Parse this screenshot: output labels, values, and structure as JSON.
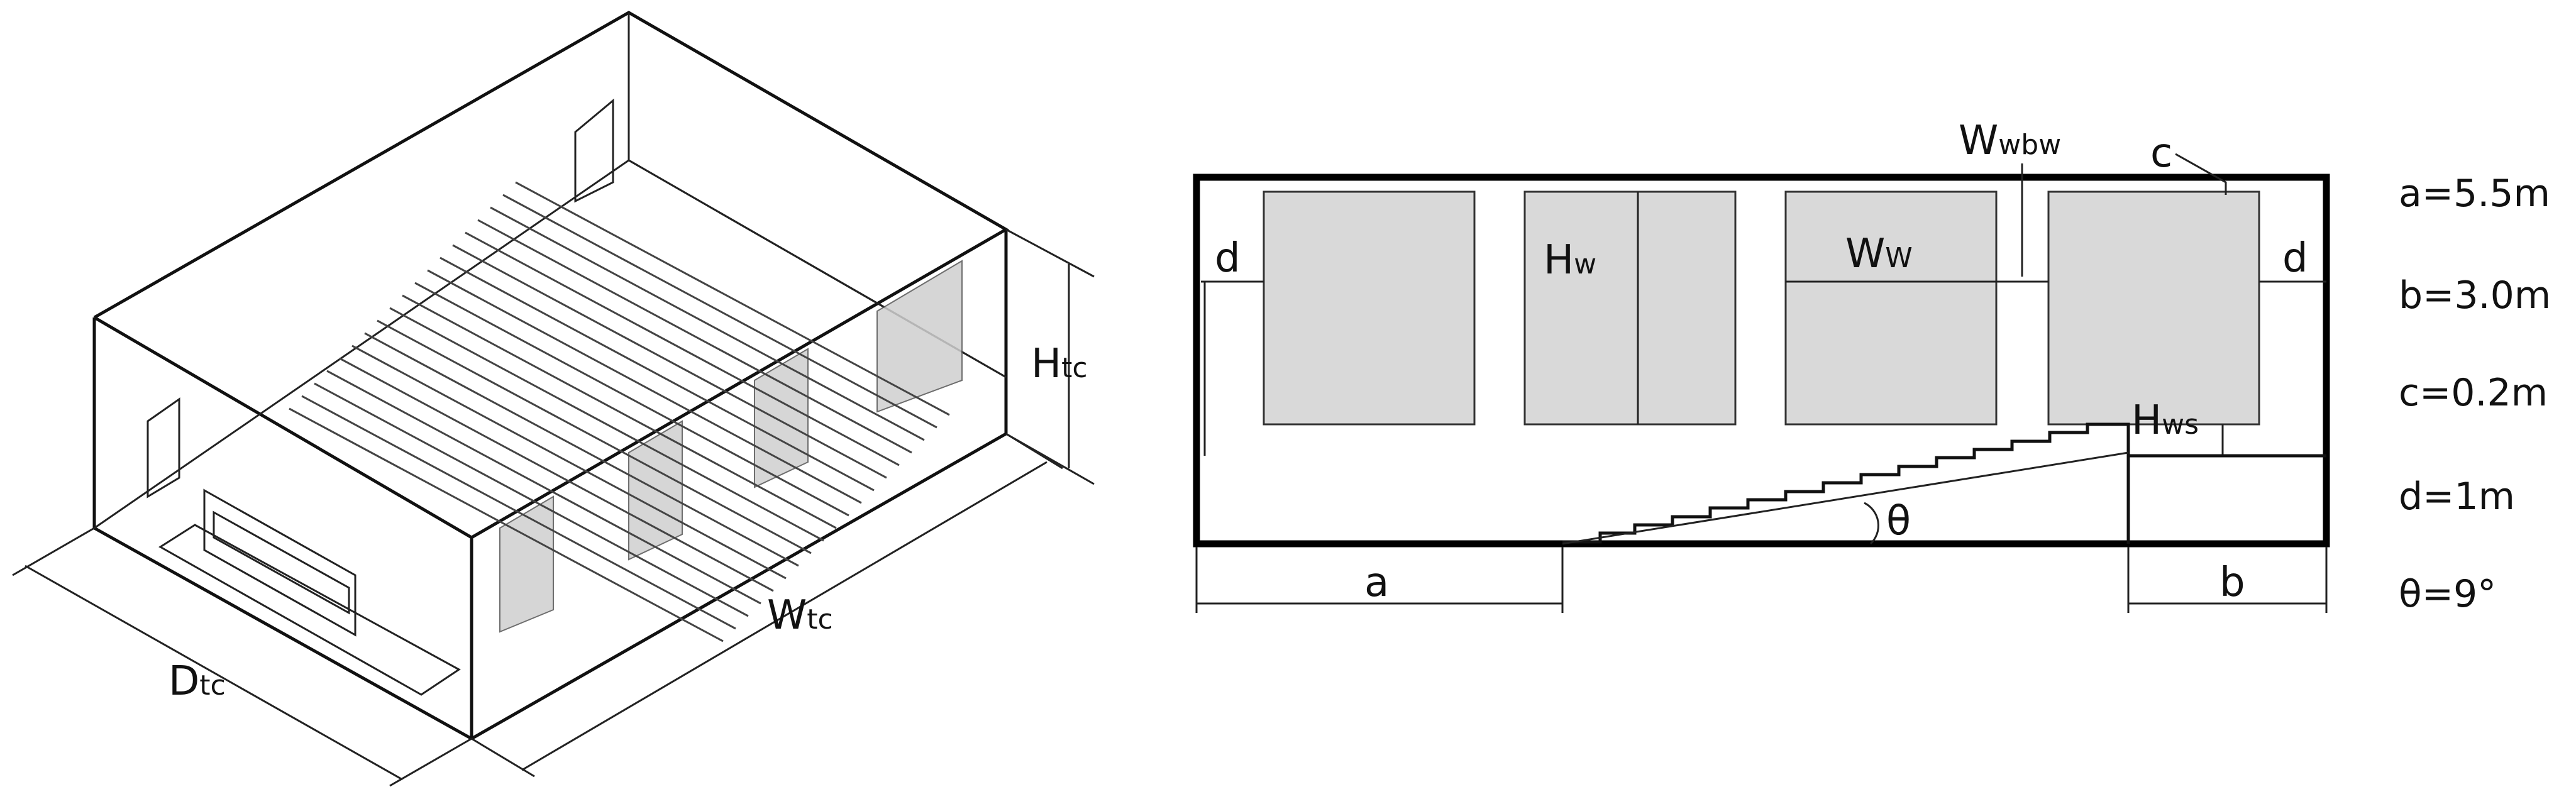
{
  "isometric_view": {
    "height_label": {
      "main": "H",
      "sub": "tc"
    },
    "width_label": {
      "main": "W",
      "sub": "tc"
    },
    "depth_label": {
      "main": "D",
      "sub": "tc"
    }
  },
  "section_view": {
    "label_d_left": "d",
    "label_d_right": "d",
    "label_hw": {
      "main": "H",
      "sub": "w"
    },
    "label_ww": {
      "main": "W",
      "sub": "W"
    },
    "label_wwbw": {
      "main": "W",
      "sub": "wbw"
    },
    "label_c": "c",
    "label_hws": {
      "main": "H",
      "sub": "ws"
    },
    "label_theta": "θ",
    "label_a": "a",
    "label_b": "b"
  },
  "parameters": [
    {
      "text": "a=5.5m"
    },
    {
      "text": "b=3.0m"
    },
    {
      "text": "c=0.2m"
    },
    {
      "text": "d=1m"
    },
    {
      "text": "θ=9°"
    }
  ]
}
